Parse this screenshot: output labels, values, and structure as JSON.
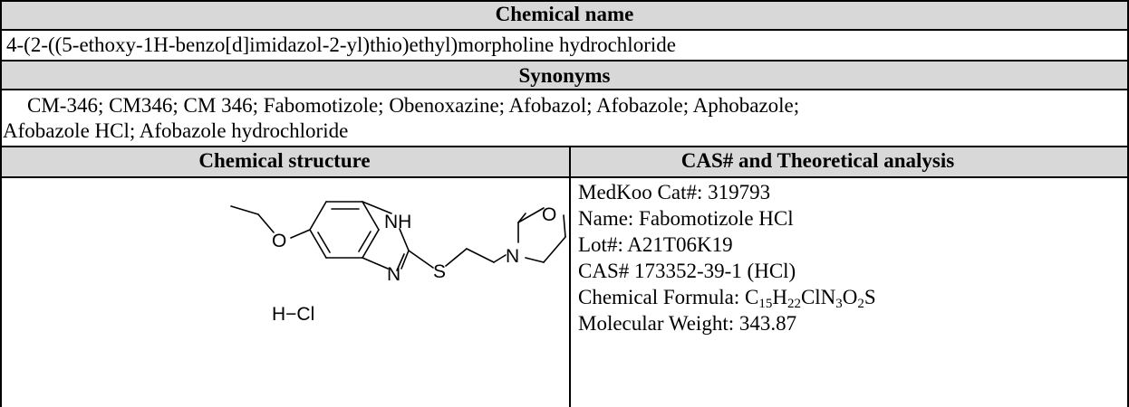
{
  "headers": {
    "chemical_name": "Chemical name",
    "synonyms": "Synonyms",
    "chemical_structure": "Chemical structure",
    "cas_analysis": "CAS# and Theoretical analysis"
  },
  "chemical_name_value": "4-(2-((5-ethoxy-1H-benzo[d]imidazol-2-yl)thio)ethyl)morpholine hydrochloride",
  "synonyms_line1": "CM-346; CM346; CM 346; Fabomotizole; Obenoxazine; Afobazol; Afobazole; Aphobazole;",
  "synonyms_line2": "Afobazole HCl; Afobazole hydrochloride",
  "structure_labels": {
    "ethoxy_o": "O",
    "nh": "NH",
    "n_ring": "N",
    "s": "S",
    "n_morph": "N",
    "o_morph": "O",
    "hcl": "H−Cl"
  },
  "analysis": {
    "medkoo": "MedKoo Cat#: 319793",
    "name": "Name: Fabomotizole HCl",
    "lot": "Lot#: A21T06K19",
    "cas": "CAS# 173352-39-1 (HCl)",
    "formula_label": "Chemical Formula: ",
    "formula_parts": [
      "C",
      "15",
      "H",
      "22",
      "ClN",
      "3",
      "O",
      "2",
      "S"
    ],
    "mw": "Molecular Weight: 343.87"
  }
}
